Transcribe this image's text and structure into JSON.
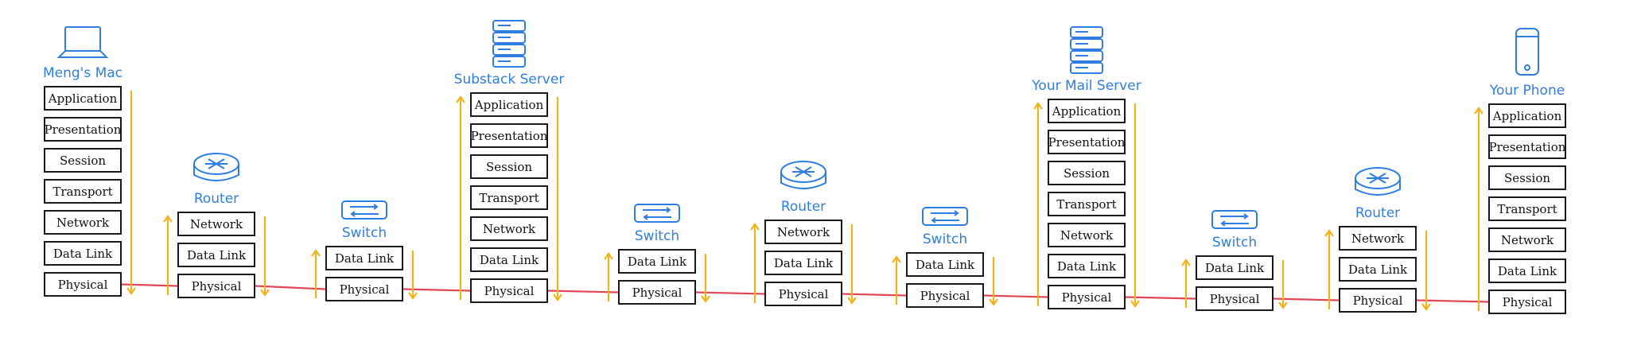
{
  "colors": {
    "ink": "#1a1a1a",
    "device": "#2f7de1",
    "arrow": "#f2b31a",
    "link": "#e0485a"
  },
  "layer_names": {
    "application": "Application",
    "presentation": "Presentation",
    "session": "Session",
    "transport": "Transport",
    "network": "Network",
    "datalink": "Data Link",
    "physical": "Physical"
  },
  "nodes": [
    {
      "id": "menga-mac",
      "label": "Meng's Mac",
      "icon": "laptop-icon",
      "layers": [
        "application",
        "presentation",
        "session",
        "transport",
        "network",
        "datalink",
        "physical"
      ]
    },
    {
      "id": "router-1",
      "label": "Router",
      "icon": "router-icon",
      "layers": [
        "network",
        "datalink",
        "physical"
      ]
    },
    {
      "id": "switch-1",
      "label": "Switch",
      "icon": "switch-icon",
      "layers": [
        "datalink",
        "physical"
      ]
    },
    {
      "id": "substack-server",
      "label": "Substack Server",
      "icon": "server-icon",
      "layers": [
        "application",
        "presentation",
        "session",
        "transport",
        "network",
        "datalink",
        "physical"
      ]
    },
    {
      "id": "switch-2",
      "label": "Switch",
      "icon": "switch-icon",
      "layers": [
        "datalink",
        "physical"
      ]
    },
    {
      "id": "router-2",
      "label": "Router",
      "icon": "router-icon",
      "layers": [
        "network",
        "datalink",
        "physical"
      ]
    },
    {
      "id": "switch-3",
      "label": "Switch",
      "icon": "switch-icon",
      "layers": [
        "datalink",
        "physical"
      ]
    },
    {
      "id": "mail-server",
      "label": "Your Mail Server",
      "icon": "server-icon",
      "layers": [
        "application",
        "presentation",
        "session",
        "transport",
        "network",
        "datalink",
        "physical"
      ]
    },
    {
      "id": "switch-4",
      "label": "Switch",
      "icon": "switch-icon",
      "layers": [
        "datalink",
        "physical"
      ]
    },
    {
      "id": "router-3",
      "label": "Router",
      "icon": "router-icon",
      "layers": [
        "network",
        "datalink",
        "physical"
      ]
    },
    {
      "id": "phone",
      "label": "Your Phone",
      "icon": "phone-icon",
      "layers": [
        "application",
        "presentation",
        "session",
        "transport",
        "network",
        "datalink",
        "physical"
      ]
    }
  ]
}
